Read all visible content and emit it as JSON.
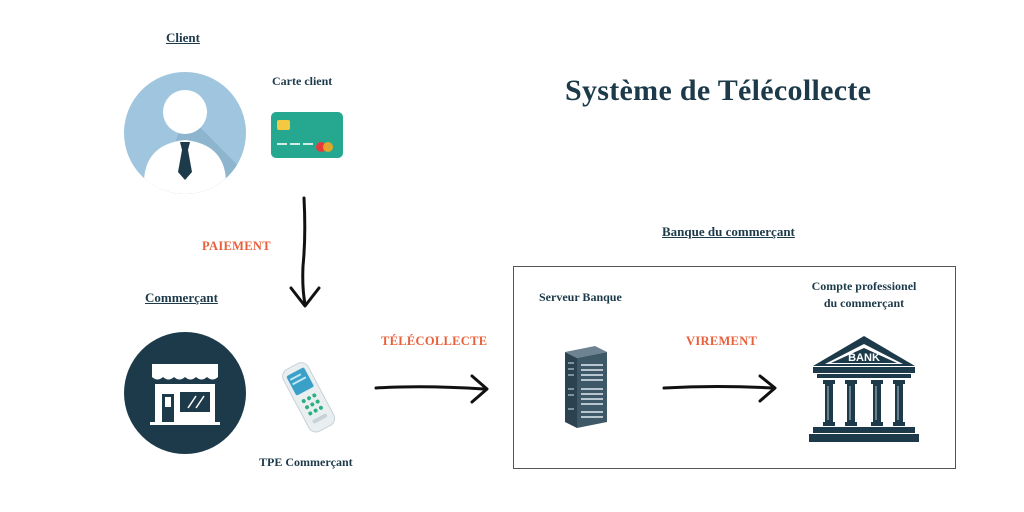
{
  "title": "Système de Télécollecte",
  "client": {
    "heading": "Client",
    "card_label": "Carte client"
  },
  "merchant": {
    "heading": "Commerçant",
    "terminal_label": "TPE Commerçant"
  },
  "bank": {
    "heading": "Banque du commerçant",
    "server_label": "Serveur Banque",
    "account_label_line1": "Compte professionel",
    "account_label_line2": "du commerçant",
    "bank_sign": "BANK"
  },
  "flows": {
    "payment": "PAIEMENT",
    "telecollect": "TÉLÉCOLLECTE",
    "transfer": "VIREMENT"
  },
  "colors": {
    "navy": "#1d3a4a",
    "accent": "#e8603a",
    "avatar_bg": "#9fc6de",
    "card_green": "#25a88f"
  },
  "icons": [
    "user-icon",
    "credit-card-icon",
    "shop-icon",
    "payment-terminal-icon",
    "server-rack-icon",
    "bank-icon"
  ]
}
